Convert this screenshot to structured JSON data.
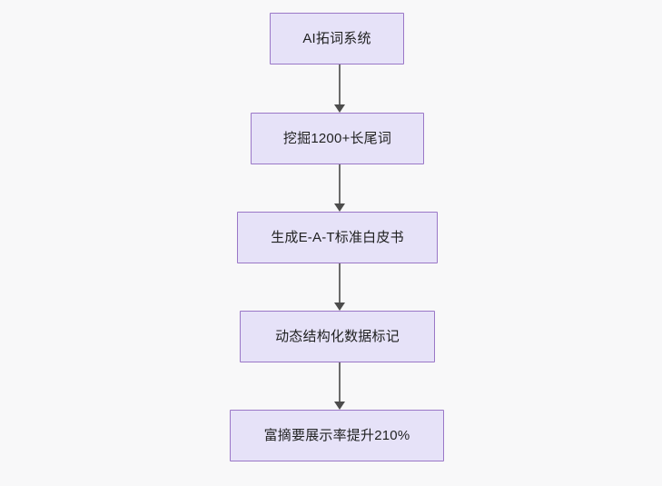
{
  "diagram": {
    "type": "flowchart",
    "direction": "top-to-bottom",
    "background_color": "#f8f8f9",
    "node_fill_color": "#e6e2f8",
    "node_border_color": "#9a77c7",
    "node_text_color": "#1f2020",
    "edge_color": "#6b6b6b",
    "nodes": [
      {
        "id": "node-1",
        "label": "AI拓词系统"
      },
      {
        "id": "node-2",
        "label": "挖掘1200+长尾词"
      },
      {
        "id": "node-3",
        "label": "生成E-A-T标准白皮书"
      },
      {
        "id": "node-4",
        "label": "动态结构化数据标记"
      },
      {
        "id": "node-5",
        "label": "富摘要展示率提升210%"
      }
    ],
    "edges": [
      {
        "id": "edge-1",
        "from": "node-1",
        "to": "node-2",
        "arrow": "down-arrow-icon"
      },
      {
        "id": "edge-2",
        "from": "node-2",
        "to": "node-3",
        "arrow": "down-arrow-icon"
      },
      {
        "id": "edge-3",
        "from": "node-3",
        "to": "node-4",
        "arrow": "down-arrow-icon"
      },
      {
        "id": "edge-4",
        "from": "node-4",
        "to": "node-5",
        "arrow": "down-arrow-icon"
      }
    ]
  }
}
